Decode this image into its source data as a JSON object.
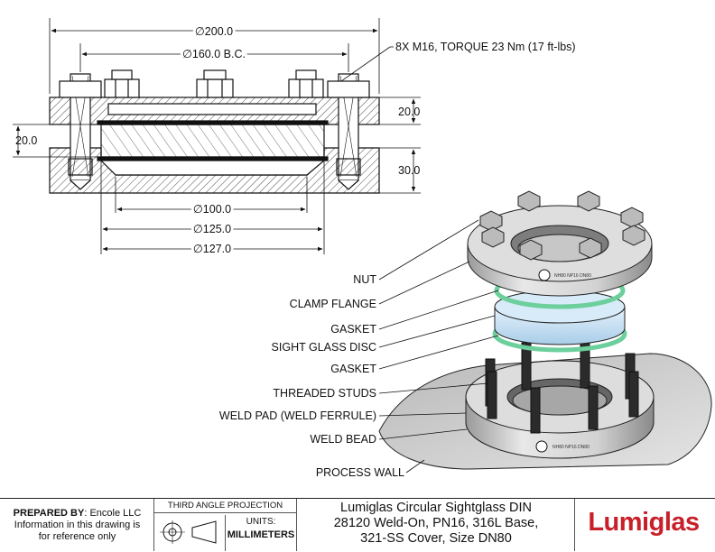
{
  "dimensions": {
    "outer_diameter": "∅200.0",
    "bolt_circle": "∅160.0 B.C.",
    "fasteners_note": "8X M16, TORQUE 23 Nm (17 ft-lbs)",
    "clamp_thickness": "20.0",
    "glass_thickness": "20.0",
    "base_thickness": "30.0",
    "inner_diameter": "∅100.0",
    "glass_diameter_a": "∅125.0",
    "glass_diameter_b": "∅127.0"
  },
  "callouts": [
    "NUT",
    "CLAMP FLANGE",
    "GASKET",
    "SIGHT GLASS DISC",
    "GASKET",
    "THREADED STUDS",
    "WELD PAD (WELD FERRULE)",
    "WELD BEAD",
    "PROCESS WALL"
  ],
  "engraving": {
    "clamp_flange": "NH80 NP16 DN80",
    "weld_pad": "NH80 NP16 DN80"
  },
  "title_block": {
    "prepared_by_label": "PREPARED BY",
    "prepared_by_value": ": Encole LLC",
    "reference_note_line1": "Information in this drawing is",
    "reference_note_line2": "for reference only",
    "projection": "THIRD ANGLE PROJECTION",
    "units_label": "UNITS:",
    "units_value": "MILLIMETERS",
    "title_line1": "Lumiglas Circular Sightglass DIN",
    "title_line2": "28120 Weld-On, PN16, 316L Base,",
    "title_line3": "321-SS Cover, Size DN80",
    "brand": "Lumiglas"
  },
  "colors": {
    "brand_red": "#c8202a",
    "line": "#111111",
    "steel": "#c9c9c9",
    "glass": "#bcd9ef",
    "gasket": "#8fe0b6"
  }
}
